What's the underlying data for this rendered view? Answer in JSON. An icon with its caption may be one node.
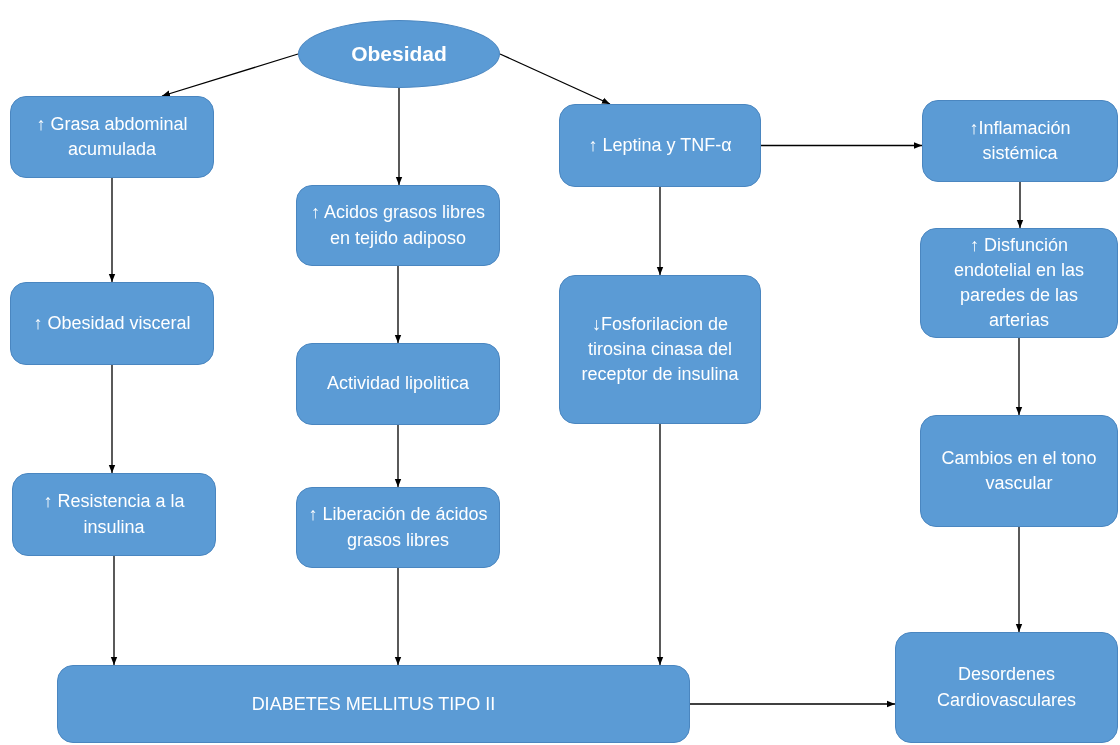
{
  "diagram": {
    "nodes": [
      {
        "text": [
          "Obesidad"
        ]
      },
      {
        "text": [
          "↑ Grasa abdominal acumulada"
        ]
      },
      {
        "text": [
          "↑ Obesidad visceral"
        ]
      },
      {
        "text": [
          "↑ Resistencia a la insulina"
        ]
      },
      {
        "text": [
          "↑ Acidos grasos libres en tejido adiposo"
        ]
      },
      {
        "text": [
          "Actividad lipolitica"
        ]
      },
      {
        "text": [
          "↑ Liberación de ácidos grasos libres"
        ]
      },
      {
        "text": [
          "↑ Leptina y TNF-α"
        ]
      },
      {
        "text": [
          "↓Fosforilacion de tirosina cinasa del receptor de insulina"
        ]
      },
      {
        "text": [
          "↑Inflamación sistémica"
        ]
      },
      {
        "text": [
          "↑ Disfunción endotelial en las paredes de las arterias"
        ]
      },
      {
        "text": [
          "Cambios en el tono vascular"
        ]
      },
      {
        "text": [
          "DIABETES MELLITUS TIPO II"
        ]
      },
      {
        "text": [
          "Desordenes Cardiovasculares"
        ]
      }
    ],
    "edges": [
      {
        "from": 0,
        "to": 1,
        "arrow": "to"
      },
      {
        "from": 0,
        "to": 4,
        "arrow": "to"
      },
      {
        "from": 0,
        "to": 7,
        "arrow": "to"
      },
      {
        "from": 1,
        "to": 2,
        "arrow": "to"
      },
      {
        "from": 2,
        "to": 3,
        "arrow": "to"
      },
      {
        "from": 3,
        "to": 12,
        "arrow": "to"
      },
      {
        "from": 4,
        "to": 5,
        "arrow": "to"
      },
      {
        "from": 5,
        "to": 6,
        "arrow": "to"
      },
      {
        "from": 6,
        "to": 12,
        "arrow": "to"
      },
      {
        "from": 7,
        "to": 8,
        "arrow": "to"
      },
      {
        "from": 7,
        "to": 9,
        "arrow": "to"
      },
      {
        "from": 8,
        "to": 12,
        "arrow": "to"
      },
      {
        "from": 9,
        "to": 10,
        "arrow": "to"
      },
      {
        "from": 10,
        "to": 11,
        "arrow": "to"
      },
      {
        "from": 11,
        "to": 13,
        "arrow": "to"
      },
      {
        "from": 12,
        "to": 13,
        "arrow": "to"
      }
    ]
  }
}
